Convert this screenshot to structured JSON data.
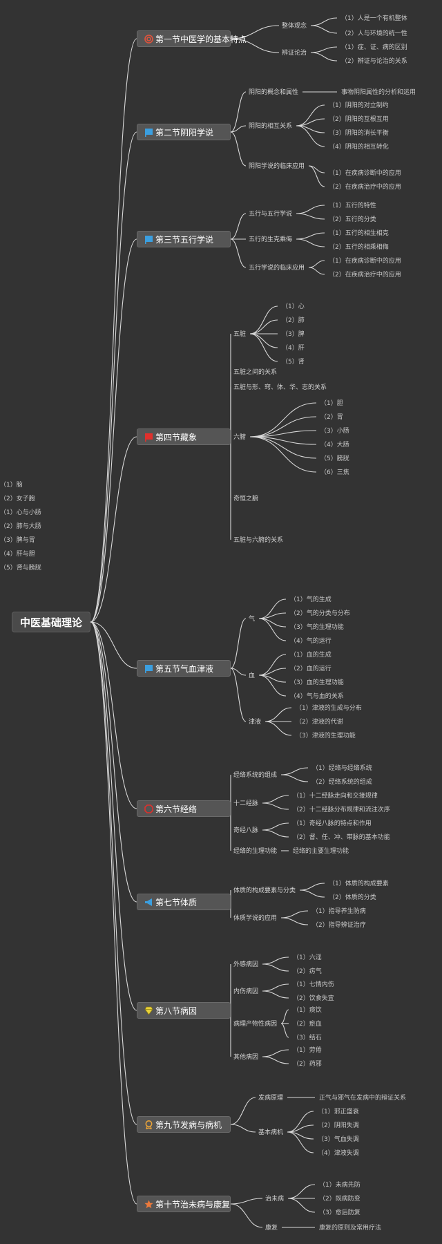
{
  "root": "中医基础理论",
  "sections": [
    {
      "title": "第一节中医学的基本特点",
      "icon": "target-icon",
      "icon_color": "#e0533c",
      "children": [
        {
          "label": "整体观念",
          "children": [
            "（1）人是一个有机整体",
            "（2）人与环境的统一性"
          ]
        },
        {
          "label": "辨证论治",
          "children": [
            "（1）症、证、病的区别",
            "（2）辨证与论治的关系"
          ]
        }
      ]
    },
    {
      "title": "第二节阴阳学说",
      "icon": "flag-icon",
      "icon_color": "#3b9fe0",
      "children": [
        {
          "label": "阴阳的概念和属性",
          "children": [
            "事物阴阳属性的分析和运用"
          ]
        },
        {
          "label": "阴阳的相互关系",
          "children": [
            "（1）阴阳的对立制约",
            "（2）阴阳的互根互用",
            "（3）阴阳的消长平衡",
            "（4）阴阳的相互转化"
          ]
        },
        {
          "label": "阴阳学说的临床应用",
          "children": [
            "（1）在疾病诊断中的应用",
            "（2）在疾病治疗中的应用"
          ]
        }
      ]
    },
    {
      "title": "第三节五行学说",
      "icon": "flag-icon",
      "icon_color": "#3b9fe0",
      "children": [
        {
          "label": "五行与五行学说",
          "children": [
            "（1）五行的特性",
            "（2）五行的分类"
          ]
        },
        {
          "label": "五行的生克乘侮",
          "children": [
            "（1）五行的相生相克",
            "（2）五行的相乘相侮"
          ]
        },
        {
          "label": "五行学说的临床应用",
          "children": [
            "（1）在疾病诊断中的应用",
            "（2）在疾病治疗中的应用"
          ]
        }
      ]
    },
    {
      "title": "第四节藏象",
      "icon": "flag-icon",
      "icon_color": "#e0302c",
      "children": [
        {
          "label": "五脏",
          "children": [
            "（1）心",
            "（2）肺",
            "（3）脾",
            "（4）肝",
            "（5）肾"
          ]
        },
        {
          "label": "五脏之间的关系",
          "children": []
        },
        {
          "label": "五脏与形、窍、体、华、志的关系",
          "children": []
        },
        {
          "label": "六腑",
          "children": [
            "（1）胆",
            "（2）胃",
            "（3）小肠",
            "（4）大肠",
            "（5）膀胱",
            "（6）三焦"
          ]
        },
        {
          "label": "奇恒之腑",
          "children": [
            "（1）脑",
            "（2）女子胞"
          ]
        },
        {
          "label": "五脏与六腑的关系",
          "children": [
            "（1）心与小肠",
            "（2）肺与大肠",
            "（3）脾与胃",
            "（4）肝与胆",
            "（5）肾与膀胱"
          ]
        }
      ]
    },
    {
      "title": "第五节气血津液",
      "icon": "flag-icon",
      "icon_color": "#3b9fe0",
      "children": [
        {
          "label": "气",
          "children": [
            "（1）气的生成",
            "（2）气的分类与分布",
            "（3）气的生理功能",
            "（4）气的运行"
          ]
        },
        {
          "label": "血",
          "children": [
            "（1）血的生成",
            "（2）血的运行",
            "（3）血的生理功能",
            "（4）气与血的关系"
          ]
        },
        {
          "label": "津液",
          "children": [
            "（1）津液的生成与分布",
            "（2）津液的代谢",
            "（3）津液的生理功能"
          ]
        }
      ]
    },
    {
      "title": "第六节经络",
      "icon": "octagon-icon",
      "icon_color": "#e0302c",
      "children": [
        {
          "label": "经络系统的组成",
          "children": [
            "（1）经络与经络系统",
            "（2）经络系统的组成"
          ]
        },
        {
          "label": "十二经脉",
          "children": [
            "（1）十二经脉走向和交接规律",
            "（2）十二经脉分布规律和流注次序"
          ]
        },
        {
          "label": "奇经八脉",
          "children": [
            "（1）奇经八脉的特点和作用",
            "（2）督、任、冲、带脉的基本功能"
          ]
        },
        {
          "label": "经络的生理功能",
          "children": [
            "经络的主要生理功能"
          ]
        }
      ]
    },
    {
      "title": "第七节体质",
      "icon": "megaphone-icon",
      "icon_color": "#3b9fe0",
      "children": [
        {
          "label": "体质的构成要素与分类",
          "children": [
            "（1）体质的构成要素",
            "（2）体质的分类"
          ]
        },
        {
          "label": "体质学说的应用",
          "children": [
            "（1）指导养生防病",
            "（2）指导辨证治疗"
          ]
        }
      ]
    },
    {
      "title": "第八节病因",
      "icon": "gem-icon",
      "icon_color": "#e8d23a",
      "children": [
        {
          "label": "外感病因",
          "children": [
            "（1）六淫",
            "（2）疠气"
          ]
        },
        {
          "label": "内伤病因",
          "children": [
            "（1）七情内伤",
            "（2）饮食失宜"
          ]
        },
        {
          "label": "病理产物性病因",
          "children": [
            "（1）痰饮",
            "（2）瘀血",
            "（3）结石"
          ]
        },
        {
          "label": "其他病因",
          "children": [
            "（1）劳倦",
            "（2）药邪"
          ]
        }
      ]
    },
    {
      "title": "第九节发病与病机",
      "icon": "medal-icon",
      "icon_color": "#e8a33a",
      "children": [
        {
          "label": "发病原理",
          "children": [
            "正气与邪气在发病中的辩证关系"
          ]
        },
        {
          "label": "基本病机",
          "children": [
            "（1）邪正盛衰",
            "（2）阴阳失调",
            "（3）气血失调",
            "（4）津液失调"
          ]
        }
      ]
    },
    {
      "title": "第十节治未病与康复",
      "icon": "star-icon",
      "icon_color": "#ec7a3c",
      "children": [
        {
          "label": "治未病",
          "children": [
            "（1）未病先防",
            "（2）既病防变",
            "（3）愈后防复"
          ]
        },
        {
          "label": "康复",
          "children": [
            "康复的原则及常用疗法"
          ]
        }
      ]
    }
  ]
}
